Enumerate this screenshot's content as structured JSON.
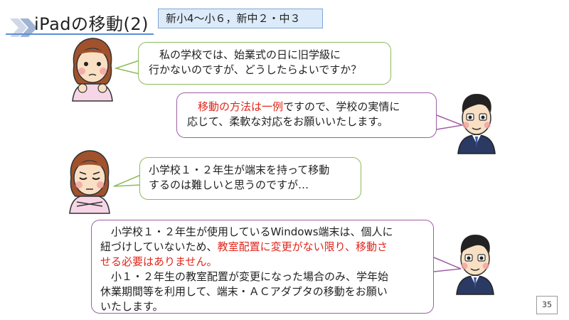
{
  "header": {
    "title": "iPadの移動(2)",
    "grade_badge": "新小4～小６，新中２・中３"
  },
  "dialogue": {
    "q1": {
      "line1": "　私の学校では、始業式の日に旧学級に",
      "line2": "行かないのですが、どうしたらよいですか？"
    },
    "a1": {
      "line1_pre": "　",
      "line1_red": "移動の方法は一例",
      "line1_post": "ですので、学校の実情に",
      "line2": "応じて、柔軟な対応をお願いいたします。"
    },
    "q2": {
      "line1": "小学校１・２年生が端末を持って移動",
      "line2": "するのは難しいと思うのですが…"
    },
    "a2": {
      "line1": "　小学校１・２年生が使用しているWindows端末は、個人に",
      "line2_pre": "紐づけしていないため、",
      "line2_red": "教室配置に変更がない限り、移動さ",
      "line3_red": "せる必要はありません。",
      "line4": "　小１・２年生の教室配置が変更になった場合のみ、学年始",
      "line5": "休業期間等を利用して、端末・ＡＣアダプタの移動をお願い",
      "line6": "いたします。"
    }
  },
  "footer": {
    "page_number": "35"
  },
  "colors": {
    "accent_blue": "#5b8fd6",
    "badge_bg": "#dcebf9",
    "question_border": "#8dbb5a",
    "answer_border": "#9e5fa6",
    "emphasis_red": "#e0251b"
  }
}
